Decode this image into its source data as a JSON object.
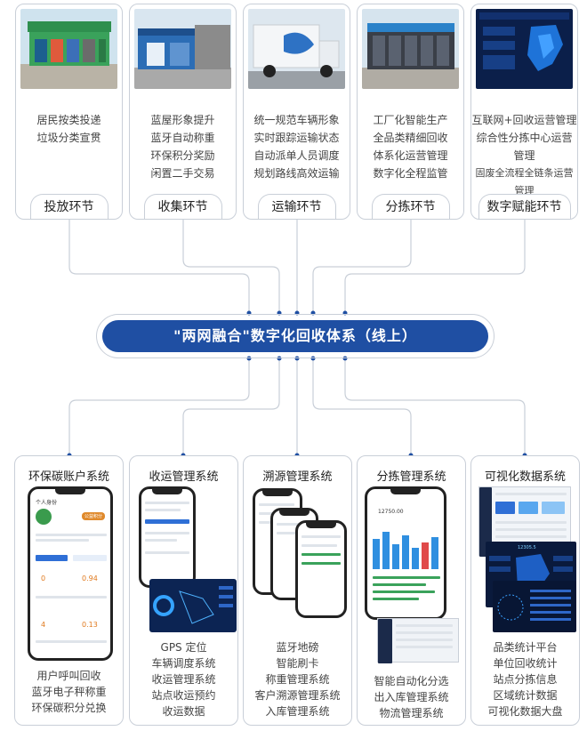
{
  "top_stages": [
    {
      "label": "投放环节",
      "lines": [
        "居民按类投递",
        "垃圾分类宣贯"
      ]
    },
    {
      "label": "收集环节",
      "lines": [
        "蓝屋形象提升",
        "蓝牙自动称重",
        "环保积分奖励",
        "闲置二手交易"
      ]
    },
    {
      "label": "运输环节",
      "lines": [
        "统一规范车辆形象",
        "实时跟踪运输状态",
        "自动派单人员调度",
        "规划路线高效运输"
      ]
    },
    {
      "label": "分拣环节",
      "lines": [
        "工厂化智能生产",
        "全品类精细回收",
        "体系化运营管理",
        "数字化全程监管"
      ]
    },
    {
      "label": "数字赋能环节",
      "lines": [
        "互联网+回收运营管理",
        "综合性分拣中心运营管理",
        "固废全流程全链条运营管理"
      ]
    }
  ],
  "center": {
    "title": "\"两网融合\"数字化回收体系（线上）"
  },
  "bottom_systems": [
    {
      "title": "环保碳账户系统",
      "features": [
        "用户呼叫回收",
        "蓝牙电子秤称重",
        "环保碳积分兑换"
      ]
    },
    {
      "title": "收运管理系统",
      "features": [
        "GPS 定位",
        "车辆调度系统",
        "收运管理系统",
        "站点收运预约",
        "收运数据"
      ]
    },
    {
      "title": "溯源管理系统",
      "features": [
        "蓝牙地磅",
        "智能刷卡",
        "称重管理系统",
        "客户溯源管理系统",
        "入库管理系统"
      ]
    },
    {
      "title": "分拣管理系统",
      "features": [
        "智能自动化分选",
        "出入库管理系统",
        "物流管理系统"
      ]
    },
    {
      "title": "可视化数据系统",
      "features": [
        "品类统计平台",
        "单位回收统计",
        "站点分拣信息",
        "区域统计数据",
        "可视化数据大盘"
      ]
    }
  ],
  "screens": {
    "carbon": {
      "header": "个人身份",
      "badge": "公益积分",
      "stats": [
        "0",
        "0.94",
        "4",
        "0.13"
      ]
    },
    "sorting": {
      "value": "12750.00"
    },
    "dashboard": {
      "big_number": "12305.5"
    }
  },
  "colors": {
    "primary": "#1f4fa3",
    "connector": "#c9cfd8",
    "dot": "#1f4fa3"
  }
}
